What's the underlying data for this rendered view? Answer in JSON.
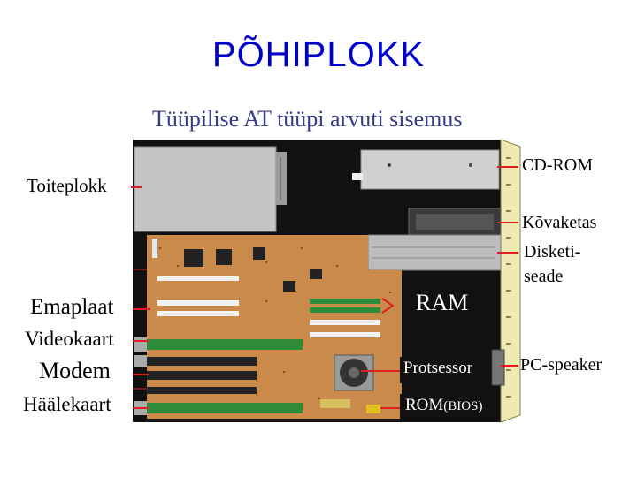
{
  "slide": {
    "title": "PÕHIPLOKK",
    "diagram_title": "Tüüpilise AT tüüpi arvuti sisemus"
  },
  "labels": {
    "toiteplokk": "Toiteplokk",
    "cdrom": "CD-ROM",
    "kovaketas": "Kõvaketas",
    "disketiseade_1": "Disketi-",
    "disketiseade_2": "seade",
    "emaplaat": "Emaplaat",
    "ram": "RAM",
    "videokaart": "Videokaart",
    "modem": "Modem",
    "protsessor": "Protsessor",
    "pc_speaker": "PC-speaker",
    "haalekaart": "Häälekaart",
    "rom": "ROM",
    "bios": "(BIOS)"
  },
  "colors": {
    "title": "#0000cc",
    "subtitle": "#3a3a8c",
    "leader": "#e02020",
    "case": "#111111",
    "board": "#c98a4c",
    "drive": "#c8c8c8",
    "side_panel": "#efe9b4",
    "card": "#2e8b3a"
  }
}
